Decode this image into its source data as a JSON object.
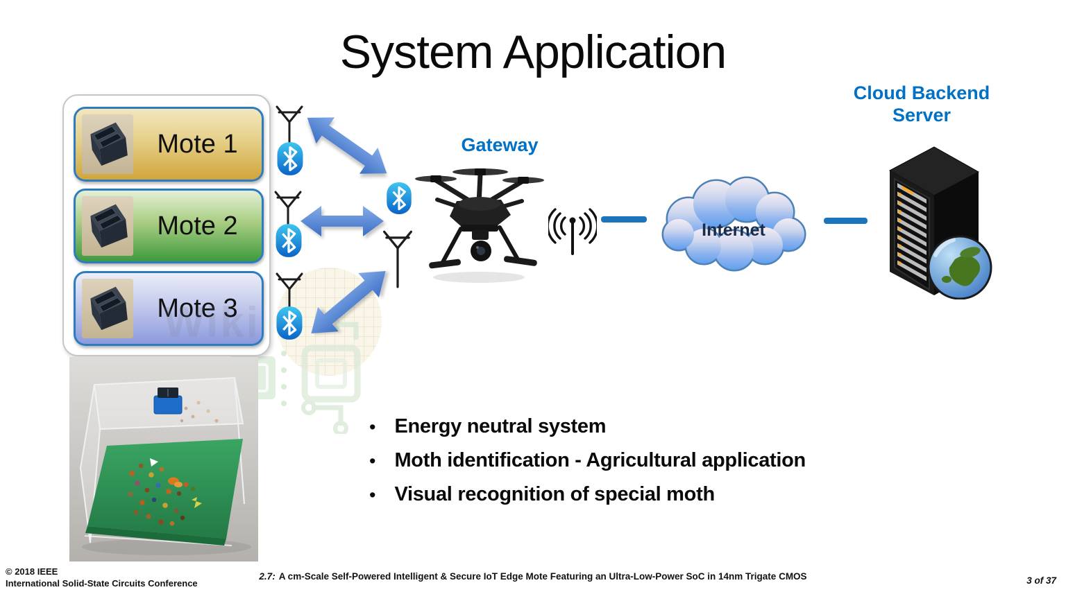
{
  "slide": {
    "title": "System Application"
  },
  "diagram": {
    "motes": [
      {
        "label": "Mote 1"
      },
      {
        "label": "Mote 2"
      },
      {
        "label": "Mote 3"
      }
    ],
    "gateway": {
      "label": "Gateway"
    },
    "internet": {
      "label": "Internet"
    },
    "server": {
      "label": "Cloud Backend Server"
    }
  },
  "bullets": [
    "Energy neutral system",
    "Moth identification - Agricultural application",
    "Visual recognition of special moth"
  ],
  "footer": {
    "copyright": "© 2018 IEEE",
    "conference": "International Solid-State Circuits Conference",
    "paper_id": "2.7:",
    "paper_title": "A cm-Scale Self-Powered Intelligent & Secure IoT Edge Mote Featuring an Ultra-Low-Power SoC in 14nm Trigate CMOS",
    "page": "3 of 37"
  },
  "watermark": {
    "text": "Wiki"
  },
  "icons": {
    "antenna": "antenna-icon",
    "bluetooth": "bluetooth-icon",
    "double_arrow": "double-arrow-icon",
    "drone": "drone-gateway-image",
    "radio_antenna": "radio-antenna-icon",
    "cloud": "internet-cloud-shape",
    "server_tower": "server-tower-image",
    "globe": "globe-icon",
    "mote_photo": "mote-device-photo",
    "case_photo": "moth-display-case-photo"
  },
  "colors": {
    "heading_blue": "#0071c5",
    "arrow_blue": "#4a80d4",
    "bluetooth_blue": "#0b63c8",
    "connector_blue": "#1b75bc",
    "mote1_gold": "#d2a53a",
    "mote2_green": "#3e9a3e",
    "mote3_blue": "#8c9ade",
    "cloud_blue": "#62a0ee",
    "board_green": "#2e9152",
    "led_orange": "#f7a81f",
    "text_black": "#111111"
  }
}
